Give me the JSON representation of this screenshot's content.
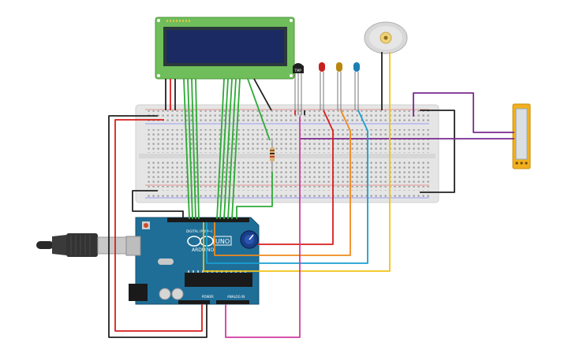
{
  "board": {
    "brand": "ARDUINO",
    "model": "UNO",
    "section_power": "POWER",
    "section_analog": "ANALOG IN",
    "section_digital": "DIGITAL (PWM~)"
  },
  "sensor": {
    "label": "TMP"
  },
  "colors": {
    "arduino_blue": "#1f6e97",
    "breadboard": "#e6e6e6",
    "lcd_pcb": "#6fbe5b",
    "lcd_screen": "#1c2a63",
    "wire_red": "#d81d1d",
    "wire_black": "#222222",
    "wire_green": "#2eaa36",
    "wire_orange": "#f08a1c",
    "wire_blue": "#1a9fd1",
    "wire_yellow": "#f2c315",
    "wire_purple": "#7a2a8e",
    "wire_magenta": "#d13aa0",
    "led_red": "#c81f1f",
    "led_yellow": "#b8860b",
    "led_blue": "#1b7fb3"
  },
  "components": [
    "lcd-16x2",
    "tmp-sensor",
    "led-red",
    "led-yellow",
    "led-blue",
    "dc-motor",
    "resistor",
    "potentiometer",
    "slide-switch",
    "usb-cable",
    "breadboard",
    "arduino-uno"
  ]
}
